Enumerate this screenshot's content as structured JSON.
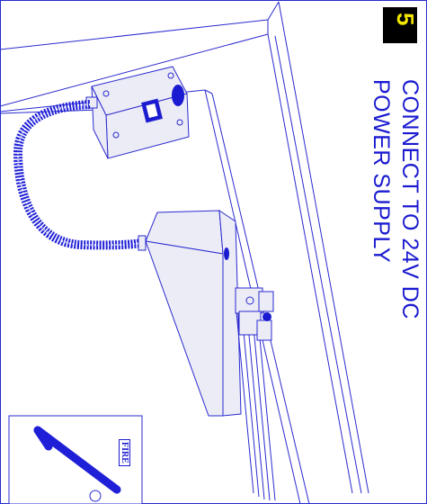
{
  "step": {
    "number": "5"
  },
  "instruction": {
    "line1": "CONNECT TO 24V DC",
    "line2": "POWER SUPPLY"
  },
  "inset": {
    "sign_label": "FIRE"
  },
  "colors": {
    "line": "#2a2ad0",
    "text": "#1a1ad0",
    "badge_bg": "#000000",
    "badge_text": "#f2e600"
  }
}
